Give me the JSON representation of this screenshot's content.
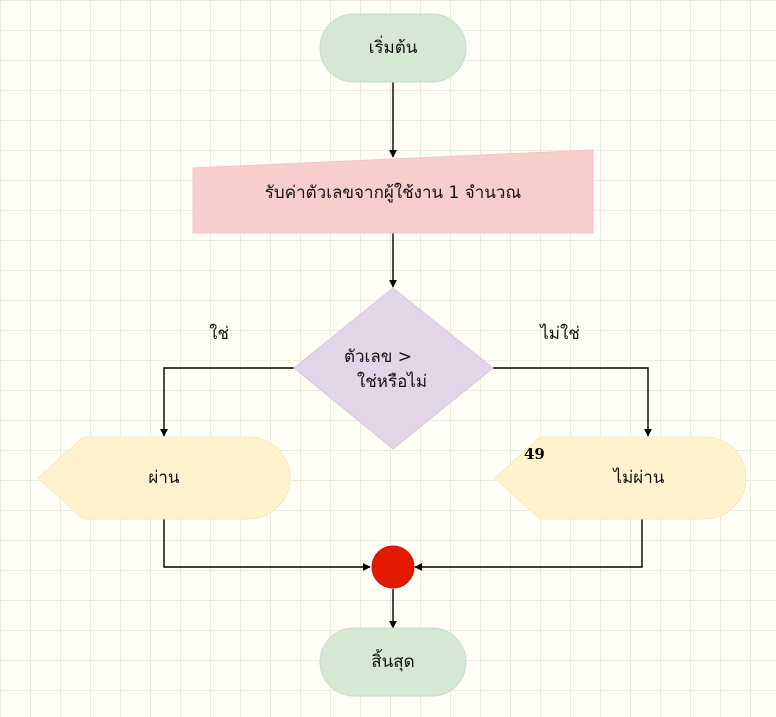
{
  "nodes": {
    "start": "เริ่มต้น",
    "input": "รับค่าตัวเลขจากผู้ใช้งาน 1 จำนวณ",
    "decision_line1": "ตัวเลข >",
    "decision_line2": "ใช่หรือไม่",
    "pass": "ผ่าน",
    "fail": "ไม่ผ่าน",
    "end": "สิ้นสุด"
  },
  "edge_labels": {
    "yes": "ใช่",
    "no": "ไม่ใช่"
  },
  "page_number": "49",
  "colors": {
    "terminal_fill": "#d5e8d4",
    "input_fill": "#f8cecc",
    "decision_fill": "#e1d5e7",
    "display_fill": "#fff2cc",
    "junction_fill": "#e31a00"
  }
}
